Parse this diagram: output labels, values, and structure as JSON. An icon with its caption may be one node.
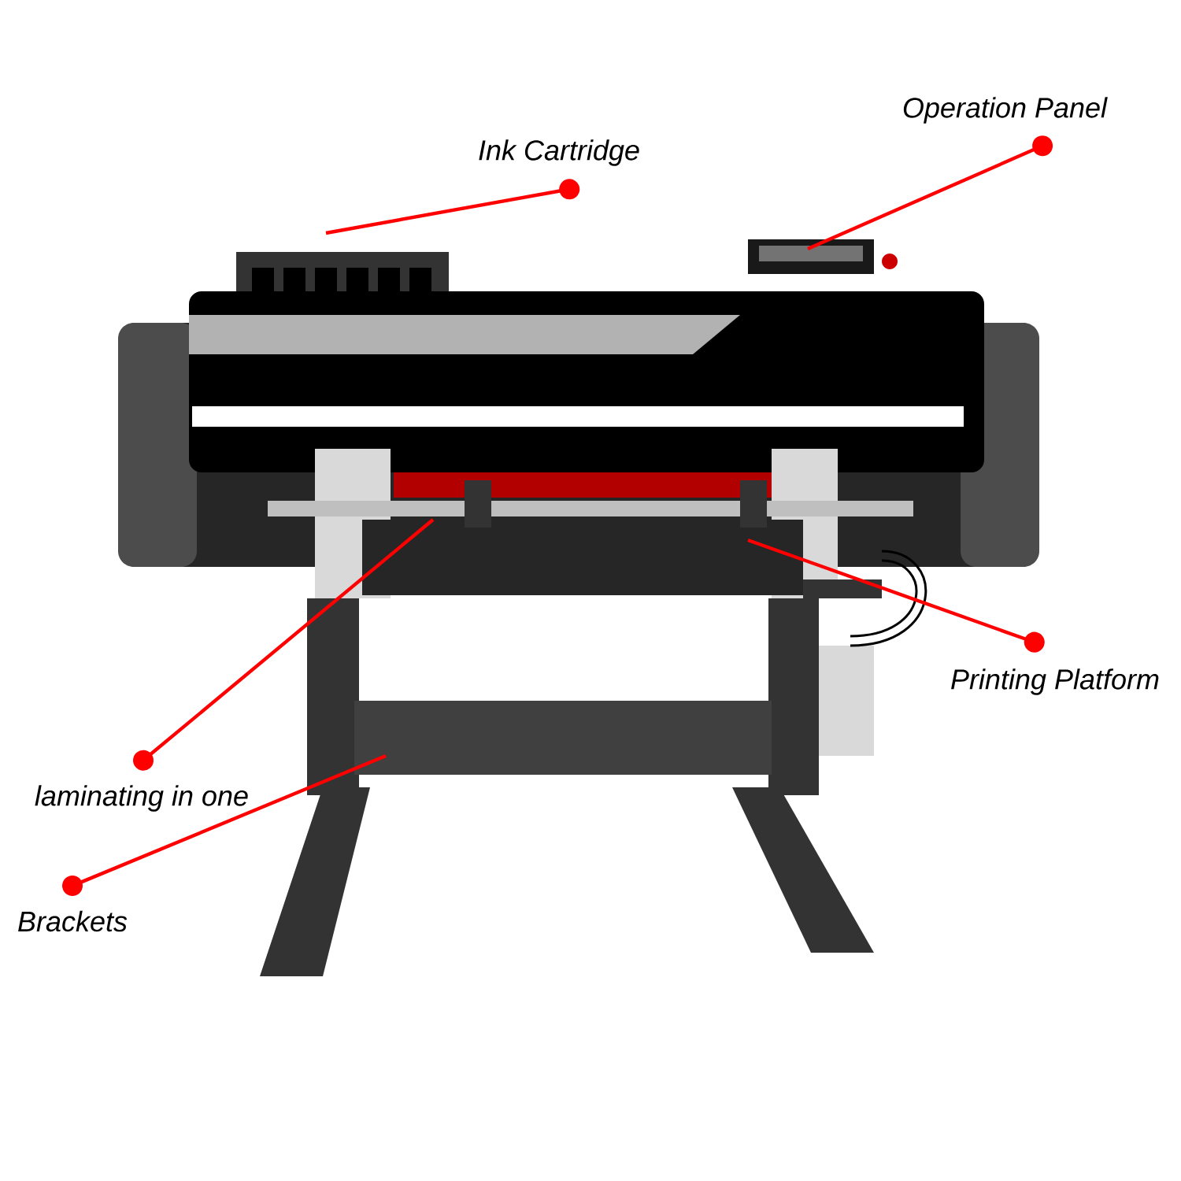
{
  "diagram": {
    "nodes": [
      {
        "text": [
          "Operation Panel"
        ]
      },
      {
        "text": [
          "Ink Cartridge"
        ]
      },
      {
        "text": [
          "Printing Platform"
        ]
      },
      {
        "text": [
          "laminating in one"
        ]
      },
      {
        "text": [
          "Brackets"
        ]
      }
    ],
    "edges": [
      {
        "from": 0,
        "to": null,
        "arrow": "other"
      },
      {
        "from": 1,
        "to": null,
        "arrow": "other"
      },
      {
        "from": 2,
        "to": null,
        "arrow": "other"
      },
      {
        "from": 3,
        "to": null,
        "arrow": "other"
      },
      {
        "from": 4,
        "to": null,
        "arrow": "other"
      }
    ]
  }
}
